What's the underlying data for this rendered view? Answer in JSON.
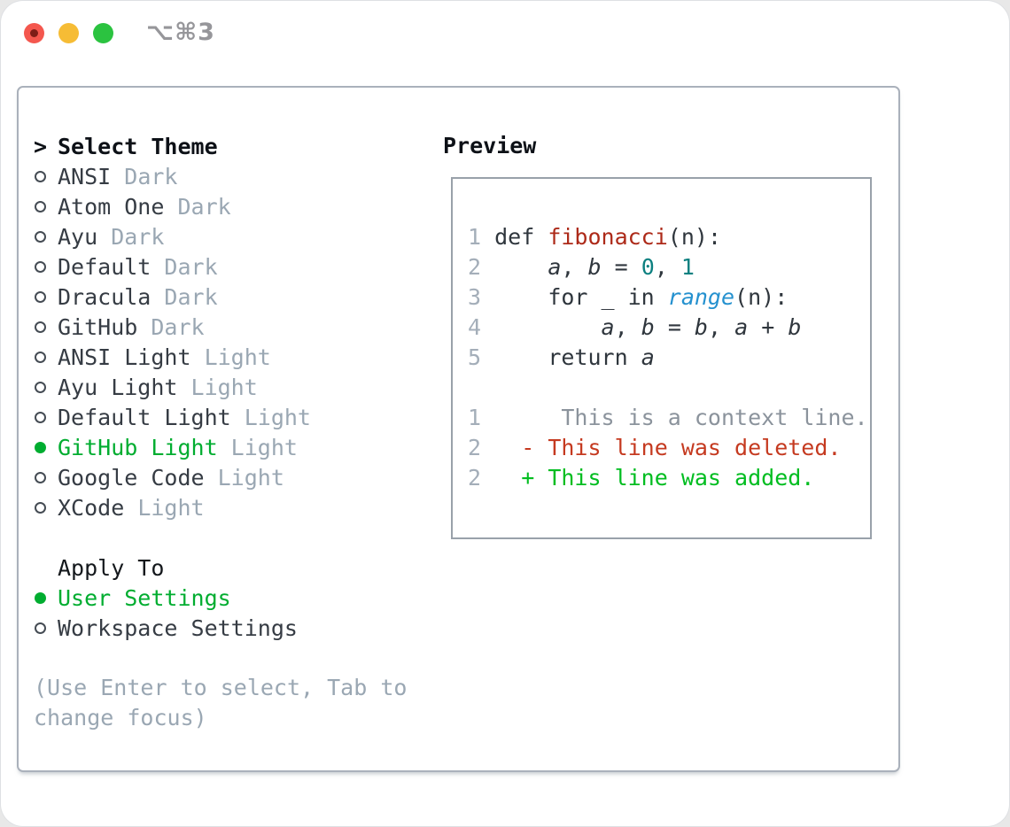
{
  "window": {
    "title": "⌥⌘3",
    "traffic_lights": [
      {
        "name": "close",
        "color": "#f4574e"
      },
      {
        "name": "minimize",
        "color": "#f6bc35"
      },
      {
        "name": "zoom",
        "color": "#2bc340"
      }
    ]
  },
  "theme_panel": {
    "header": {
      "prompt": ">",
      "label": "Select Theme"
    },
    "themes": [
      {
        "name": "ANSI",
        "variant": "Dark",
        "selected": false
      },
      {
        "name": "Atom One",
        "variant": "Dark",
        "selected": false
      },
      {
        "name": "Ayu",
        "variant": "Dark",
        "selected": false
      },
      {
        "name": "Default",
        "variant": "Dark",
        "selected": false
      },
      {
        "name": "Dracula",
        "variant": "Dark",
        "selected": false
      },
      {
        "name": "GitHub",
        "variant": "Dark",
        "selected": false
      },
      {
        "name": "ANSI Light",
        "variant": "Light",
        "selected": false
      },
      {
        "name": "Ayu Light",
        "variant": "Light",
        "selected": false
      },
      {
        "name": "Default Light",
        "variant": "Light",
        "selected": false
      },
      {
        "name": "GitHub Light",
        "variant": "Light",
        "selected": true
      },
      {
        "name": "Google Code",
        "variant": "Light",
        "selected": false
      },
      {
        "name": "XCode",
        "variant": "Light",
        "selected": false
      }
    ],
    "apply_to": {
      "label": "Apply To",
      "options": [
        {
          "name": "User Settings",
          "selected": true
        },
        {
          "name": "Workspace Settings",
          "selected": false
        }
      ]
    },
    "help": [
      "(Use Enter to select, Tab to",
      "change focus)"
    ]
  },
  "preview": {
    "title": "Preview",
    "lines": [
      {
        "name": "code-line",
        "tokens": [
          {
            "c": "ln",
            "t": "1 "
          },
          {
            "c": "pl",
            "t": "def "
          },
          {
            "c": "fn",
            "t": "fibonacci"
          },
          {
            "c": "pl",
            "t": "(n):"
          }
        ]
      },
      {
        "name": "code-line",
        "tokens": [
          {
            "c": "ln",
            "t": "2 "
          },
          {
            "c": "pl",
            "t": "    "
          },
          {
            "c": "var",
            "t": "a"
          },
          {
            "c": "pl",
            "t": ", "
          },
          {
            "c": "var",
            "t": "b"
          },
          {
            "c": "pl",
            "t": " = "
          },
          {
            "c": "num",
            "t": "0"
          },
          {
            "c": "pl",
            "t": ", "
          },
          {
            "c": "num",
            "t": "1"
          }
        ]
      },
      {
        "name": "code-line",
        "tokens": [
          {
            "c": "ln",
            "t": "3 "
          },
          {
            "c": "pl",
            "t": "    for _ in "
          },
          {
            "c": "bi",
            "t": "range"
          },
          {
            "c": "pl",
            "t": "(n):"
          }
        ]
      },
      {
        "name": "code-line",
        "tokens": [
          {
            "c": "ln",
            "t": "4 "
          },
          {
            "c": "pl",
            "t": "        "
          },
          {
            "c": "var",
            "t": "a"
          },
          {
            "c": "pl",
            "t": ", "
          },
          {
            "c": "var",
            "t": "b"
          },
          {
            "c": "pl",
            "t": " = "
          },
          {
            "c": "var",
            "t": "b"
          },
          {
            "c": "pl",
            "t": ", "
          },
          {
            "c": "var",
            "t": "a"
          },
          {
            "c": "pl",
            "t": " + "
          },
          {
            "c": "var",
            "t": "b"
          }
        ]
      },
      {
        "name": "code-line",
        "tokens": [
          {
            "c": "ln",
            "t": "5 "
          },
          {
            "c": "pl",
            "t": "    return "
          },
          {
            "c": "var",
            "t": "a"
          }
        ]
      },
      {
        "name": "blank-line",
        "tokens": []
      },
      {
        "name": "diff-context-line",
        "tokens": [
          {
            "c": "ln",
            "t": "1"
          },
          {
            "c": "ctx",
            "t": "      This is a context line."
          }
        ]
      },
      {
        "name": "diff-deleted-line",
        "tokens": [
          {
            "c": "ln",
            "t": "2"
          },
          {
            "c": "del",
            "t": "   - This line was deleted."
          }
        ]
      },
      {
        "name": "diff-added-line",
        "tokens": [
          {
            "c": "ln",
            "t": "2"
          },
          {
            "c": "add",
            "t": "   + This line was added."
          }
        ]
      }
    ]
  },
  "colors": {
    "accent_green": "#00ad30",
    "text_primary": "#363c44",
    "text_header": "#0d1117",
    "text_muted": "#9aa7b3",
    "border_main": "#aab1bb",
    "border_preview": "#99a1aa",
    "syntax_function_red": "#ad2a19",
    "syntax_number_teal": "#0d8080",
    "syntax_builtin_blue": "#2591cf",
    "diff_context_gray": "#8b939c",
    "diff_deleted_red": "#c53a20",
    "diff_added_green": "#00bd20",
    "line_number_gray": "#a4aeb9"
  }
}
